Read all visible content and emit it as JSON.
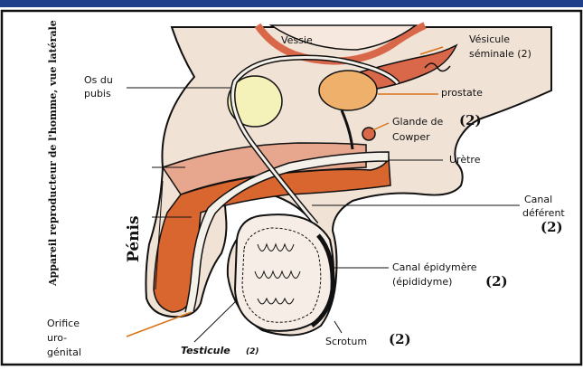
{
  "diagram": {
    "side_title": "Appareil reproducteur de l'homme, vue latérale",
    "penis_label": "Pénis",
    "labels": {
      "vessie": "Vessie",
      "vesicule_line1": "Vésicule",
      "vesicule_line2": "séminale (2)",
      "os_line1": "Os du",
      "os_line2": "pubis",
      "prostate": "prostate",
      "glande_line1": "Glande de",
      "glande_count": "(2)",
      "glande_line2": "Cowper",
      "uretre": "Urètre",
      "canal_line1": "Canal",
      "canal_line2": "déférent",
      "canal_count": "(2)",
      "epid_line1": "Canal épidymère",
      "epid_line2": "(épididyme)",
      "epid_count": "(2)",
      "scrotum": "Scrotum",
      "scrotum_count": "(2)",
      "testicule": "Testicule",
      "testicule_count": "(2)",
      "orifice_line1": "Orifice",
      "orifice_line2": "uro-",
      "orifice_line3": "génital"
    },
    "colors": {
      "frame": "#1f3f8a",
      "skin": "#f1e2d6",
      "outline": "#111111",
      "erectile": "#d9662e",
      "erectile_light": "#e6a78e",
      "prostate": "#eeb06b",
      "bone": "#f4f2b8",
      "bladder": "#d9674a",
      "leader_orange": "#d8741a"
    }
  }
}
